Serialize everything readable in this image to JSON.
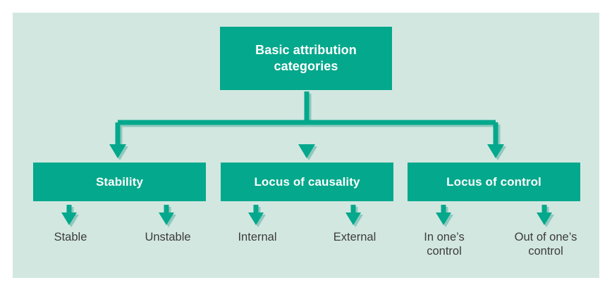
{
  "diagram": {
    "title_box": {
      "label": "Basic attribution\ncategories",
      "name": "basic-attribution-categories"
    },
    "colors": {
      "panel_background": "#d2e7e0",
      "box_fill": "#04a88c",
      "box_text": "#ffffff",
      "leaf_text": "#3c3c3c",
      "connector": "#04a88c",
      "connector_shadow": "#8fc8bd",
      "page_background": "#ffffff"
    },
    "branches": [
      {
        "label": "Stability",
        "leaves": [
          {
            "label": "Stable"
          },
          {
            "label": "Unstable"
          }
        ]
      },
      {
        "label": "Locus of causality",
        "leaves": [
          {
            "label": "Internal"
          },
          {
            "label": "External"
          }
        ]
      },
      {
        "label": "Locus of control",
        "leaves": [
          {
            "label": "In one’s\ncontrol"
          },
          {
            "label": "Out of one’s\ncontrol"
          }
        ]
      }
    ],
    "connectors": {
      "trunk_icon": "down-arrow-icon",
      "branch_icon": "down-arrow-icon",
      "leaf_icon": "down-arrow-icon"
    }
  }
}
